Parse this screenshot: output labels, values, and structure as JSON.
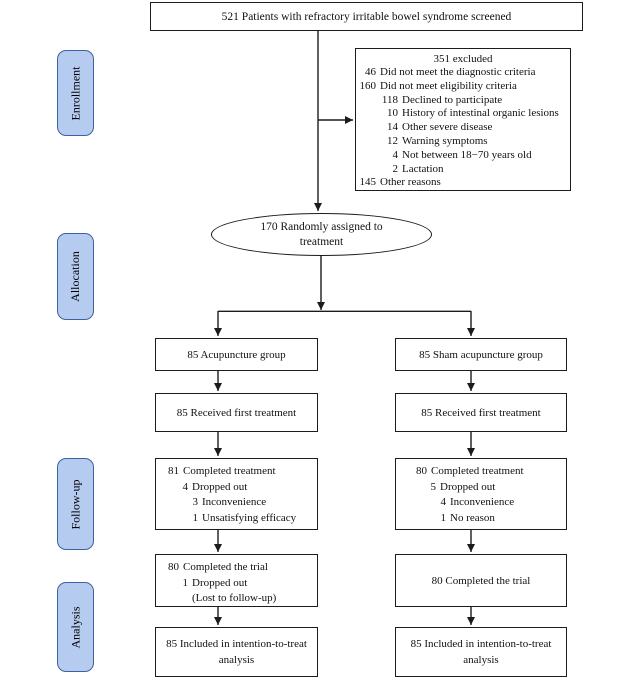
{
  "colors": {
    "stage_fill": "#b6cbf0",
    "stage_border": "#40619d",
    "line_color": "#1c1c1c"
  },
  "stages": {
    "enrollment": "Enrollment",
    "allocation": "Allocation",
    "followup": "Follow-up",
    "analysis": "Analysis"
  },
  "screened": "521 Patients with refractory irritable bowel syndrome screened",
  "excluded": {
    "title": "351 excluded",
    "rows": [
      {
        "n": "46",
        "t": "Did not meet the diagnostic criteria"
      },
      {
        "n": "160",
        "t": "Did not meet eligibility criteria"
      },
      {
        "n": "118",
        "t": "Declined to participate"
      },
      {
        "n": "10",
        "t": "History of intestinal organic lesions"
      },
      {
        "n": "14",
        "t": "Other severe disease"
      },
      {
        "n": "12",
        "t": "Warning symptoms"
      },
      {
        "n": "4",
        "t": "Not between 18−70 years old"
      },
      {
        "n": "2",
        "t": "Lactation"
      },
      {
        "n": "145",
        "t": "Other reasons"
      }
    ]
  },
  "randomized": "170 Randomly assigned to\ntreatment",
  "left_arm": {
    "group": "85 Acupuncture group",
    "received": "85 Received first treatment",
    "completed": {
      "rows": [
        {
          "n": "81",
          "t": "Completed treatment"
        },
        {
          "n": "4",
          "t": "Dropped out"
        },
        {
          "n": "3",
          "t": "Inconvenience"
        },
        {
          "n": "1",
          "t": "Unsatisfying efficacy"
        }
      ]
    },
    "trial": {
      "rows": [
        {
          "n": "80",
          "t": "Completed the trial"
        },
        {
          "n": "1",
          "t": "Dropped out"
        },
        {
          "n": "",
          "t": "(Lost to follow-up)"
        }
      ]
    },
    "itt": "85 Included in intention-to-treat\nanalysis"
  },
  "right_arm": {
    "group": "85 Sham acupuncture group",
    "received": "85 Received first treatment",
    "completed": {
      "rows": [
        {
          "n": "80",
          "t": "Completed treatment"
        },
        {
          "n": "5",
          "t": "Dropped out"
        },
        {
          "n": "4",
          "t": "Inconvenience"
        },
        {
          "n": "1",
          "t": "No reason"
        }
      ]
    },
    "trial": "80 Completed the trial",
    "itt": "85 Included in intention-to-treat\nanalysis"
  }
}
